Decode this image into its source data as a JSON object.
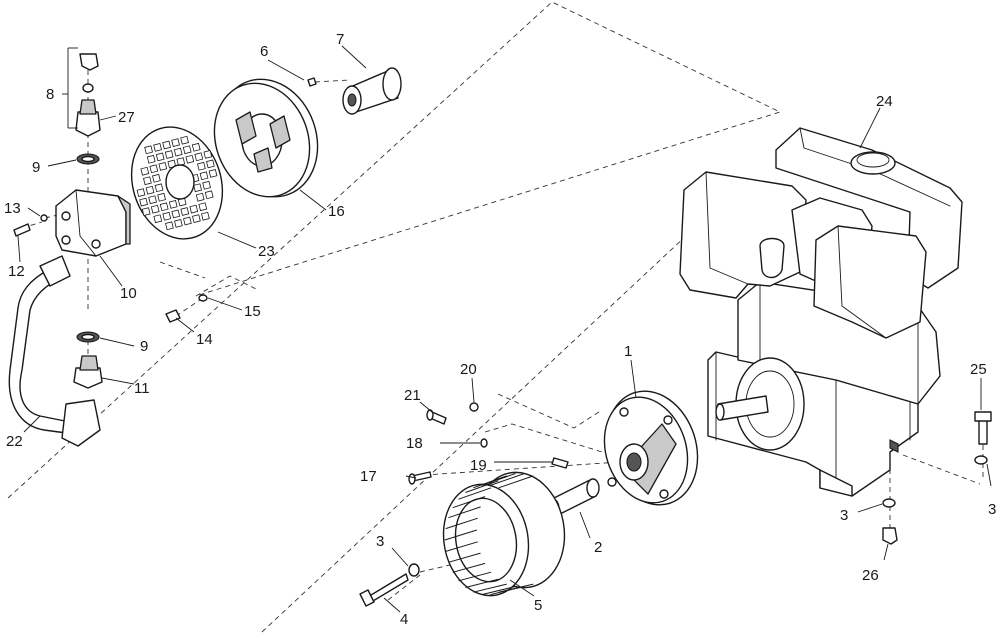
{
  "diagram": {
    "callouts": {
      "c1": "1",
      "c2": "2",
      "c3a": "3",
      "c3b": "3",
      "c3c": "3",
      "c4": "4",
      "c5": "5",
      "c6": "6",
      "c7": "7",
      "c8": "8",
      "c9a": "9",
      "c9b": "9",
      "c10": "10",
      "c11": "11",
      "c12": "12",
      "c13": "13",
      "c14": "14",
      "c15": "15",
      "c16": "16",
      "c17": "17",
      "c18": "18",
      "c19": "19",
      "c20": "20",
      "c21": "21",
      "c22": "22",
      "c23": "23",
      "c24": "24",
      "c25": "25",
      "c26": "26",
      "c27": "27"
    }
  }
}
